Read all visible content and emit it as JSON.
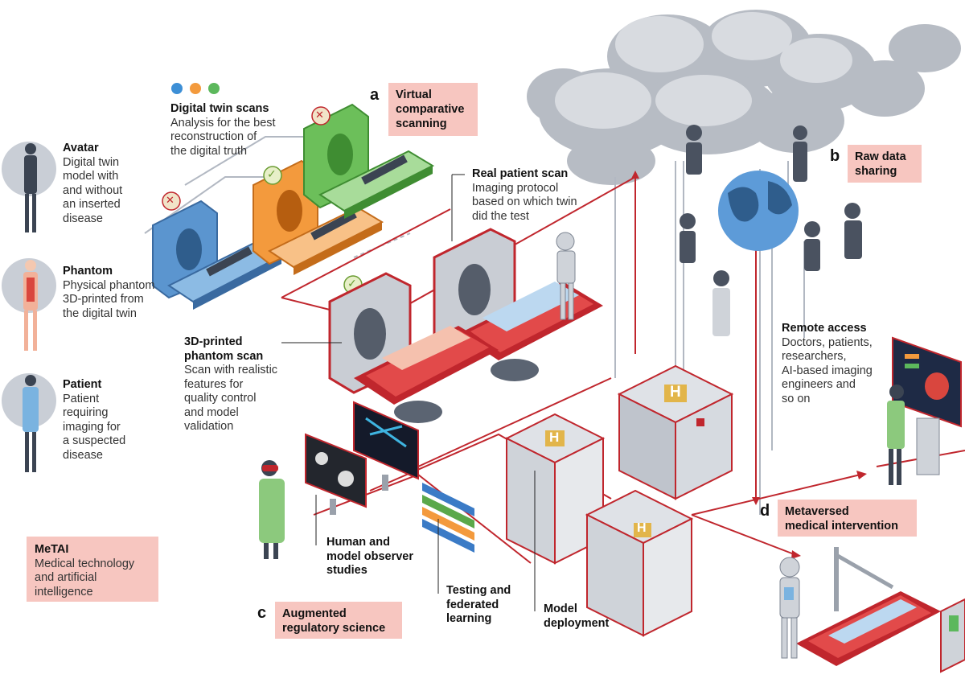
{
  "dots": {
    "colors": [
      "#3d8fd6",
      "#f39a3d",
      "#5cb85c"
    ]
  },
  "colors": {
    "red": "#c0262d",
    "pink": "#f7c6c0",
    "grey": "#9aa1ab",
    "blue": "#6fa5d9",
    "orange": "#f39a3d",
    "green": "#6cbf5a"
  },
  "left_panel": [
    {
      "title": "Avatar",
      "desc": "Digital twin\nmodel with\nand without\nan inserted\ndisease"
    },
    {
      "title": "Phantom",
      "desc": "Physical phantom\n3D-printed from\nthe digital twin"
    },
    {
      "title": "Patient",
      "desc": "Patient\nrequiring\nimaging for\na suspected\ndisease"
    }
  ],
  "metai": {
    "title": "MeTAI",
    "desc": "Medical technology\nand artificial\nintelligence"
  },
  "digital_twin": {
    "title": "Digital twin scans",
    "desc": "Analysis for the best\nreconstruction of\nthe digital truth"
  },
  "real_patient": {
    "title": "Real patient scan",
    "desc": "Imaging protocol\nbased on which twin\ndid the test"
  },
  "phantom_scan": {
    "title": "3D-printed\nphantom scan",
    "desc": "Scan with realistic\nfeatures for\nquality control\nand model\nvalidation"
  },
  "remote": {
    "title": "Remote access",
    "desc": "Doctors, patients,\nresearchers,\nAI-based imaging\nengineers and\nso on"
  },
  "observer": {
    "title": "Human and\nmodel observer\nstudies"
  },
  "testing": {
    "title": "Testing and\nfederated\nlearning"
  },
  "deployment": {
    "title": "Model\ndeployment"
  },
  "sections": {
    "a": {
      "letter": "a",
      "label": "Virtual\ncomparative\nscanning"
    },
    "b": {
      "letter": "b",
      "label": "Raw data\nsharing"
    },
    "c": {
      "letter": "c",
      "label": "Augmented\nregulatory science"
    },
    "d": {
      "letter": "d",
      "label": "Metaversed\nmedical intervention"
    }
  },
  "status_icons": {
    "check": "✓",
    "cross": "✕"
  },
  "hospital_sign": "H"
}
